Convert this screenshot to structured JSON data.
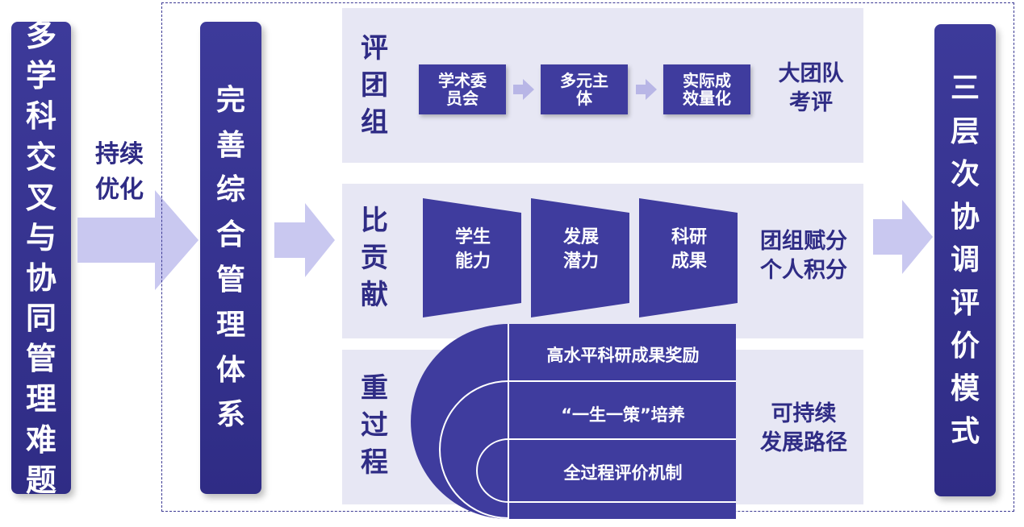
{
  "left_bar": {
    "text": "多学科交叉与协同管理难题"
  },
  "arrow1_label": [
    "持续",
    "优化"
  ],
  "middle_bar": {
    "text": "完善综合管理体系"
  },
  "right_bar": {
    "text": "三层次协调评价模式"
  },
  "rows": {
    "row1": {
      "label": "评团组",
      "steps": [
        {
          "line1": "学术委",
          "line2": "员会"
        },
        {
          "line1": "多元主",
          "line2": "体"
        },
        {
          "line1": "实际成",
          "line2": "效量化"
        }
      ],
      "result": [
        "大团队",
        "考评"
      ]
    },
    "row2": {
      "label": "比贡献",
      "stages": [
        {
          "line1": "学生",
          "line2": "能力"
        },
        {
          "line1": "发展",
          "line2": "潜力"
        },
        {
          "line1": "科研",
          "line2": "成果"
        }
      ],
      "result": [
        "团组赋分",
        "个人积分"
      ]
    },
    "row3": {
      "label": "重过程",
      "tracks": [
        "高水平科研成果奖励",
        "“一生一策”培养",
        "全过程评价机制"
      ],
      "result": [
        "可持续",
        "发展路径"
      ]
    }
  },
  "colors": {
    "primary": "#3f3c9e",
    "dark": "#2f2c85",
    "arrow": "#c9c8f0",
    "panel": "#e7e7f4"
  }
}
